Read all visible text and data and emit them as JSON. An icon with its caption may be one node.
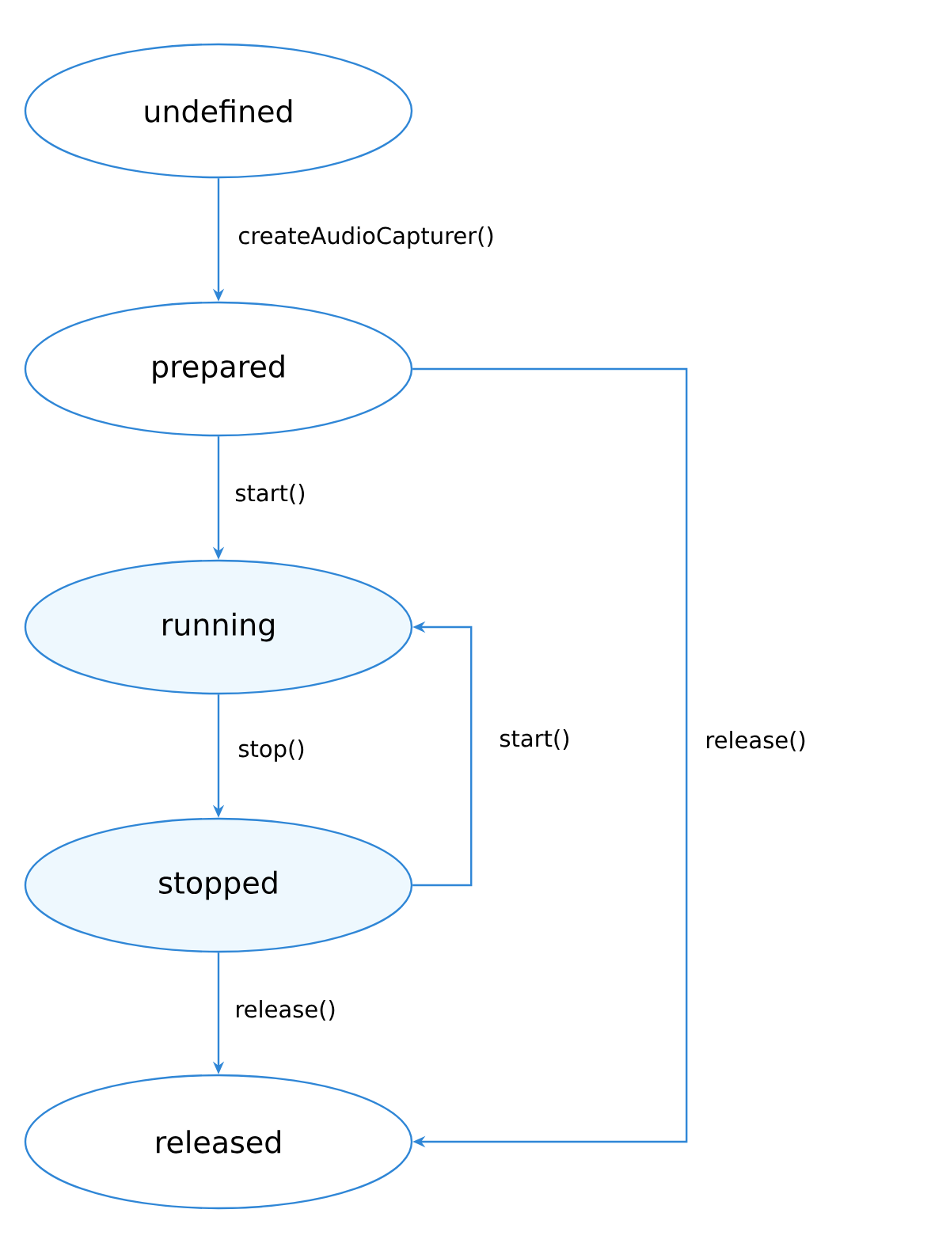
{
  "diagram": {
    "nodes": [
      {
        "text": [
          "undefined"
        ]
      },
      {
        "text": [
          "prepared"
        ]
      },
      {
        "text": [
          "running"
        ]
      },
      {
        "text": [
          "stopped"
        ]
      },
      {
        "text": [
          "released"
        ]
      }
    ],
    "edges": [
      {
        "from": 0,
        "to": 1,
        "arrow": "to",
        "label": "createAudioCapturer()"
      },
      {
        "from": 1,
        "to": 2,
        "arrow": "to",
        "label": "start()"
      },
      {
        "from": 2,
        "to": 3,
        "arrow": "to",
        "label": "stop()"
      },
      {
        "from": 3,
        "to": 2,
        "arrow": "to",
        "label": "start()"
      },
      {
        "from": 3,
        "to": 4,
        "arrow": "to",
        "label": "release()"
      },
      {
        "from": 1,
        "to": 4,
        "arrow": "to",
        "label": "release()"
      }
    ]
  }
}
